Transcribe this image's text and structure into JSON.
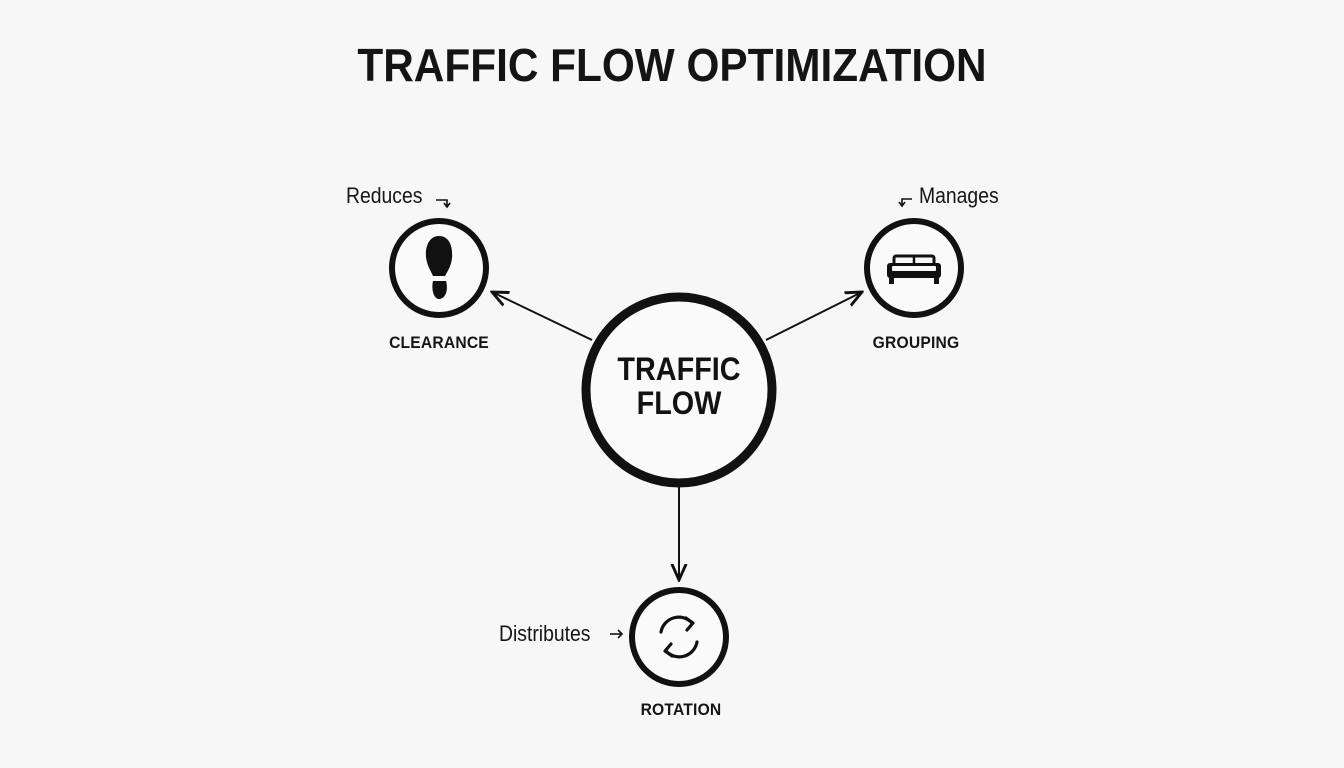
{
  "title": "TRAFFIC FLOW OPTIMIZATION",
  "center": {
    "line1": "TRAFFIC",
    "line2": "FLOW"
  },
  "nodes": [
    {
      "label": "CLEARANCE",
      "relation": "Reduces",
      "icon": "footprint-icon"
    },
    {
      "label": "GROUPING",
      "relation": "Manages",
      "icon": "sofa-icon"
    },
    {
      "label": "ROTATION",
      "relation": "Distributes",
      "icon": "rotate-arrows-icon"
    }
  ],
  "colors": {
    "background": "#f7f7f7",
    "ink": "#111111"
  }
}
